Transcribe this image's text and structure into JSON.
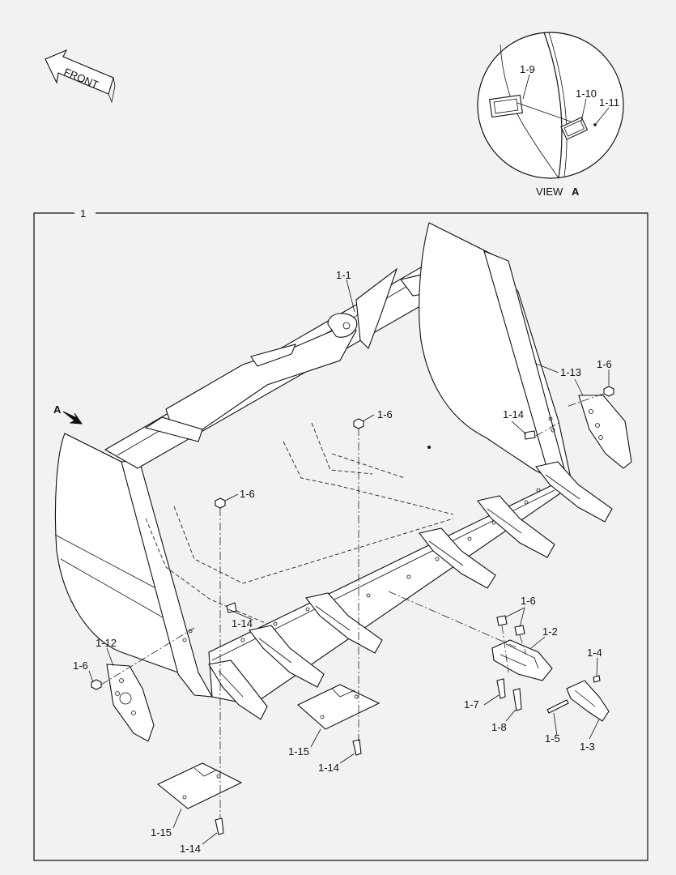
{
  "front_arrow": {
    "label": "FRONT"
  },
  "view": {
    "caption": "VIEW",
    "caption_letter": "A"
  },
  "view_arrow": {
    "label": "A"
  },
  "frame": {
    "label": "1"
  },
  "callouts": {
    "c_1_1": "1-1",
    "c_1_2": "1-2",
    "c_1_3": "1-3",
    "c_1_4": "1-4",
    "c_1_5": "1-5",
    "c_1_6_a": "1-6",
    "c_1_6_b": "1-6",
    "c_1_6_c": "1-6",
    "c_1_6_d": "1-6",
    "c_1_6_e": "1-6",
    "c_1_7": "1-7",
    "c_1_8": "1-8",
    "c_1_9": "1-9",
    "c_1_10": "1-10",
    "c_1_11": "1-11",
    "c_1_12": "1-12",
    "c_1_13": "1-13",
    "c_1_14_a": "1-14",
    "c_1_14_b": "1-14",
    "c_1_14_c": "1-14",
    "c_1_14_d": "1-14",
    "c_1_15_a": "1-15",
    "c_1_15_b": "1-15"
  }
}
